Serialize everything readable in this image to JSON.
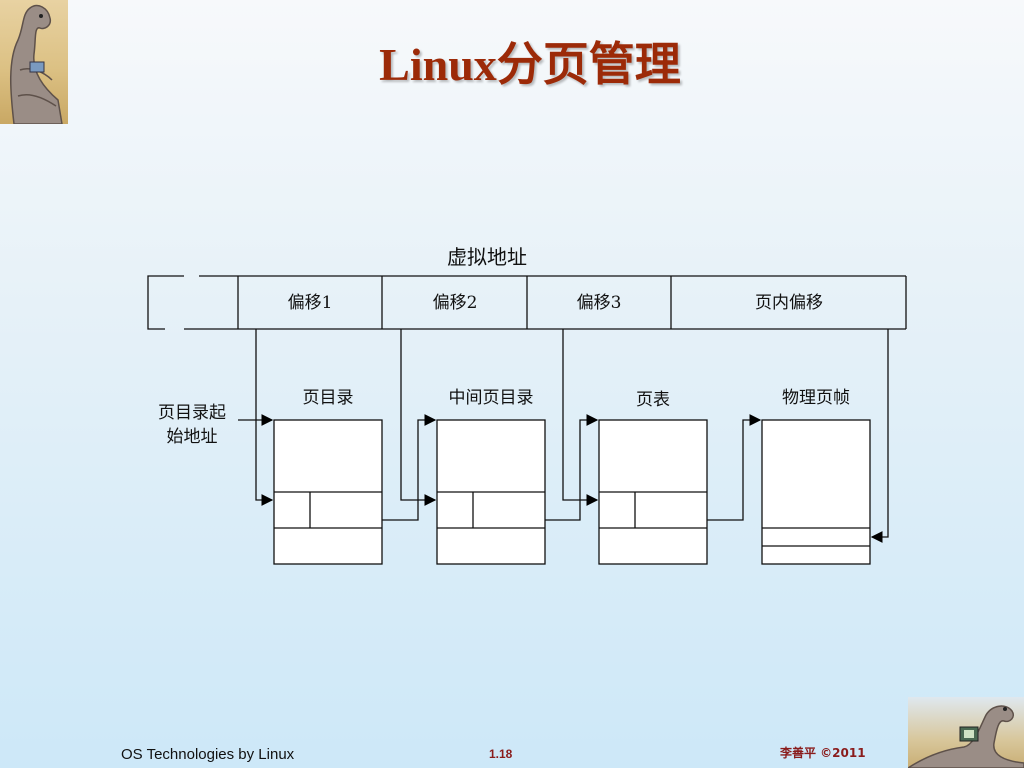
{
  "slide": {
    "title": "Linux分页管理",
    "footer_left": "OS Technologies by Linux",
    "page_number": "1.18",
    "footer_right": "李善平 ©2011"
  },
  "diagram": {
    "address_title": "虚拟地址",
    "fields": [
      "偏移1",
      "偏移2",
      "偏移3",
      "页内偏移"
    ],
    "table_titles": [
      "页目录",
      "中间页目录",
      "页表",
      "物理页帧"
    ],
    "base_label_line1": "页目录起",
    "base_label_line2": "始地址"
  },
  "logos": {
    "top_left": "dinosaur-logo",
    "bottom_right": "dinosaur-logo"
  }
}
